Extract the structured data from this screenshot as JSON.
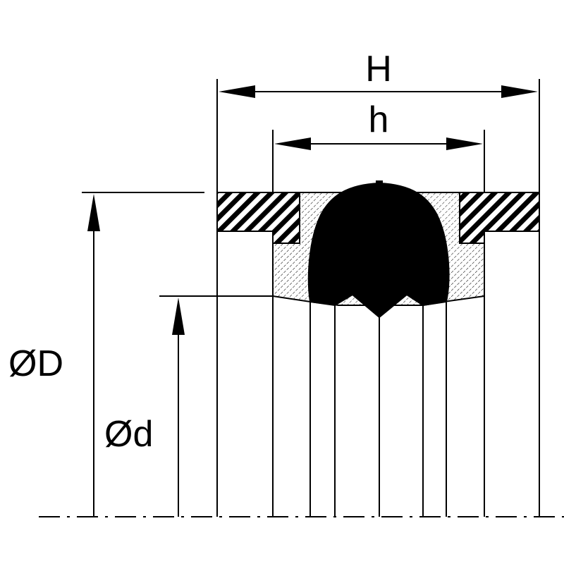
{
  "labels": {
    "outer_height": "H",
    "inner_height": "h",
    "outer_diameter": "ØD",
    "inner_diameter": "Ød"
  },
  "colors": {
    "line": "#000000",
    "hatch_fill": "#ffffff",
    "background": "#ffffff"
  }
}
